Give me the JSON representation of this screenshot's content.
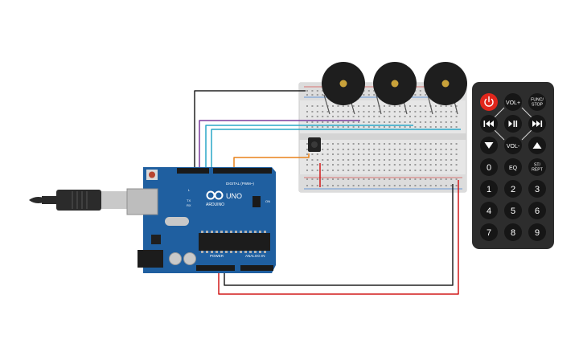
{
  "arduino": {
    "brand": "ARDUINO",
    "model": "UNO",
    "digital_header": "DIGITAL (PWM~)",
    "power_header": "POWER",
    "analog_header": "ANALOG IN",
    "led_labels": [
      "L",
      "TX",
      "RX"
    ],
    "on_label": "ON"
  },
  "remote": {
    "rows": [
      [
        "power-icon",
        "VOL+",
        "FUNC/STOP"
      ],
      [
        "rewind-icon",
        "play-pause-icon",
        "fast-forward-icon"
      ],
      [
        "down-icon",
        "VOL-",
        "up-icon"
      ],
      [
        "0",
        "EQ",
        "ST/REPT"
      ],
      [
        "1",
        "2",
        "3"
      ],
      [
        "4",
        "5",
        "6"
      ],
      [
        "7",
        "8",
        "9"
      ]
    ],
    "labels": {
      "vol_up": "VOL+",
      "func_stop_1": "FUNC/",
      "func_stop_2": "STOP",
      "vol_down": "VOL-",
      "eq": "EQ",
      "st_rept_1": "ST/",
      "st_rept_2": "REPT",
      "digits": [
        "0",
        "1",
        "2",
        "3",
        "4",
        "5",
        "6",
        "7",
        "8",
        "9"
      ]
    }
  },
  "colors": {
    "board": "#1f5fa0",
    "remote_body": "#2d2d2d",
    "power_button": "#e1261c",
    "wire_black": "#222222",
    "wire_red": "#d21a1a",
    "wire_purple": "#7a3b9c",
    "wire_cyan": "#2aa7c7",
    "wire_orange": "#e8821a"
  }
}
